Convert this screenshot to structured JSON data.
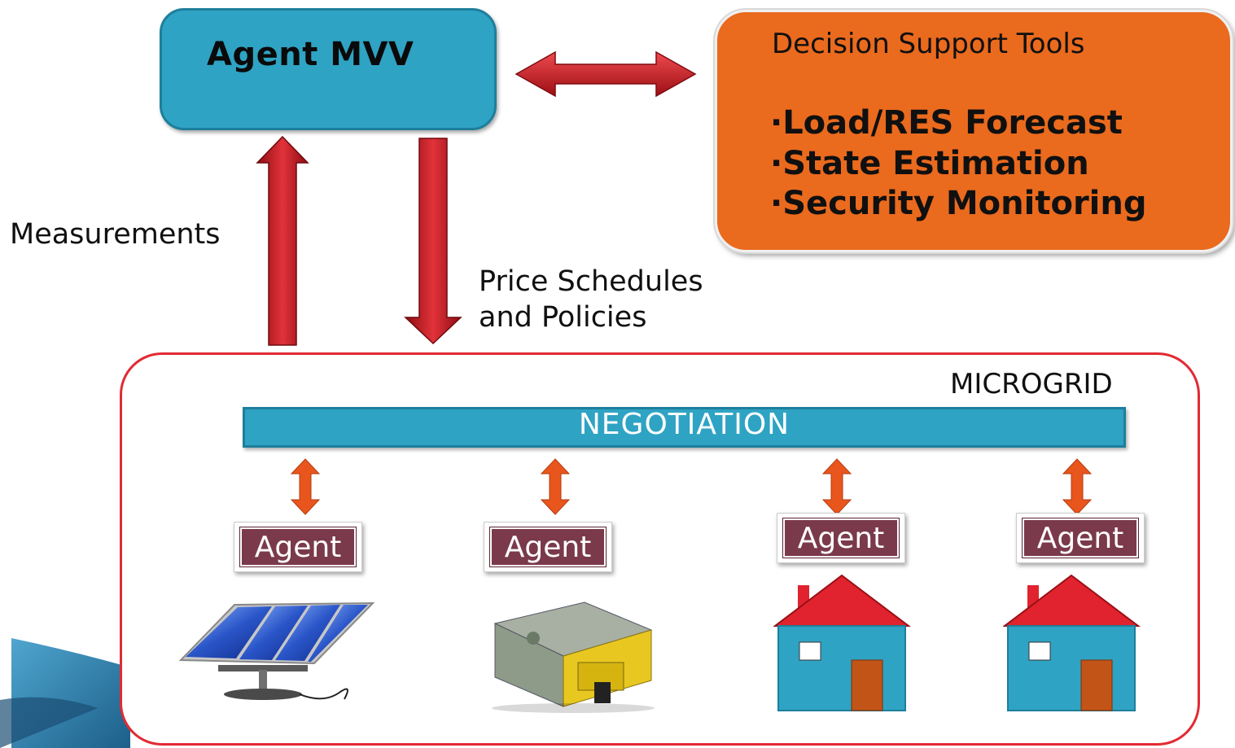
{
  "agent_mvv": {
    "label": "Agent MVV"
  },
  "decision_support": {
    "title": "Decision Support Tools",
    "items": [
      "·Load/RES Forecast",
      "·State Estimation",
      "·Security Monitoring"
    ]
  },
  "measurements_label": "Measurements",
  "price_label": {
    "line1": "Price Schedules",
    "line2": "and Policies"
  },
  "microgrid": {
    "label": "MICROGRID",
    "negotiation_label": "NEGOTIATION",
    "agents": [
      {
        "label": "Agent",
        "device": "solar-panel-icon"
      },
      {
        "label": "Agent",
        "device": "generator-icon"
      },
      {
        "label": "Agent",
        "device": "house-icon"
      },
      {
        "label": "Agent",
        "device": "house-icon"
      }
    ]
  },
  "colors": {
    "box_teal": "#2fa3c3",
    "box_orange": "#ea6a1e",
    "arrow_red": "#c4141b",
    "agent_maroon": "#7a3a4c",
    "microgrid_border": "#e22a33",
    "small_arrow_orange": "#e8561d"
  }
}
